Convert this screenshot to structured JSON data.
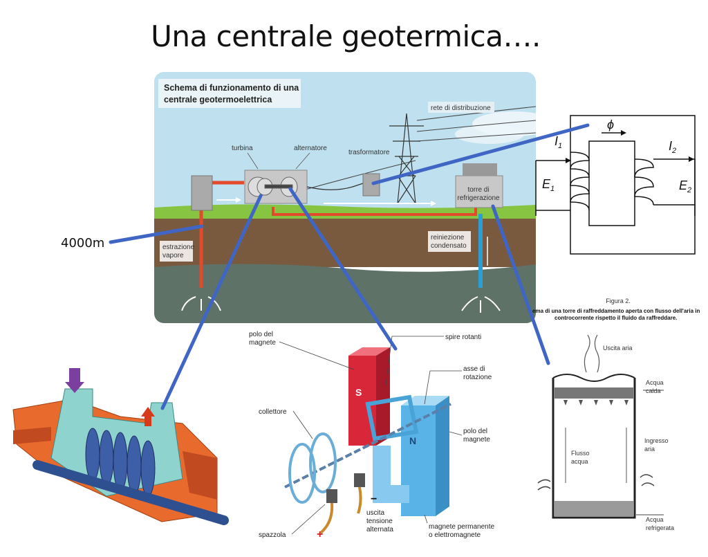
{
  "title": "Una centrale geotermica….",
  "depth_label": "4000m",
  "scheme": {
    "title_line1": "Schema di funzionamento di una",
    "title_line2": "centrale geotermoelettrica",
    "distribution_network": "rete di distribuzione",
    "turbine": "turbina",
    "alternator": "alternatore",
    "transformer": "trasformatore",
    "cooling_tower_line1": "torre di",
    "cooling_tower_line2": "refrigerazione",
    "steam_extraction_line1": "estrazione",
    "steam_extraction_line2": "vapore",
    "reinjection_line1": "reiniezione",
    "reinjection_line2": "condensato"
  },
  "transformer_circuit": {
    "flux": "ϕ",
    "i1": "I",
    "i1_sub": "1",
    "i2": "I",
    "i2_sub": "2",
    "e1": "E",
    "e1_sub": "1",
    "e2": "E",
    "e2_sub": "2"
  },
  "generator": {
    "pole1_line1": "polo del",
    "pole1_line2": "magnete",
    "rotating_coils": "spire rotanti",
    "axis_line1": "asse di",
    "axis_line2": "rotazione",
    "collector": "collettore",
    "pole2_line1": "polo del",
    "pole2_line2": "magnete",
    "brush": "spazzola",
    "output_line1": "uscita",
    "output_line2": "tensione",
    "output_line3": "alternata",
    "magnet_line1": "magnete permanente",
    "magnet_line2": "o elettromagnete",
    "pole_s": "S",
    "pole_n": "N",
    "plus": "+",
    "minus": "−"
  },
  "cooling_tower_figure": {
    "figure": "Figura 2.",
    "caption_line1": "ema di una torre di raffreddamento aperta con flusso dell'aria in",
    "caption_line2": "controcorrente rispetto il fluido da raffreddare.",
    "air_out": "Uscita aria",
    "hot_water_line1": "Acqua",
    "hot_water_line2": "calda",
    "air_in_line1": "Ingresso",
    "air_in_line2": "aria",
    "water_flow_line1": "Flusso",
    "water_flow_line2": "acqua",
    "cooled_water_line1": "Acqua",
    "cooled_water_line2": "refrigerata"
  },
  "colors": {
    "sky": "#bfe0ee",
    "grass": "#86c441",
    "soil": "#7a5a3e",
    "rock": "#5e7268",
    "connector": "#3f66c4",
    "steam_pipe": "#e24a2b",
    "water_pipe": "#2a9fd6"
  }
}
